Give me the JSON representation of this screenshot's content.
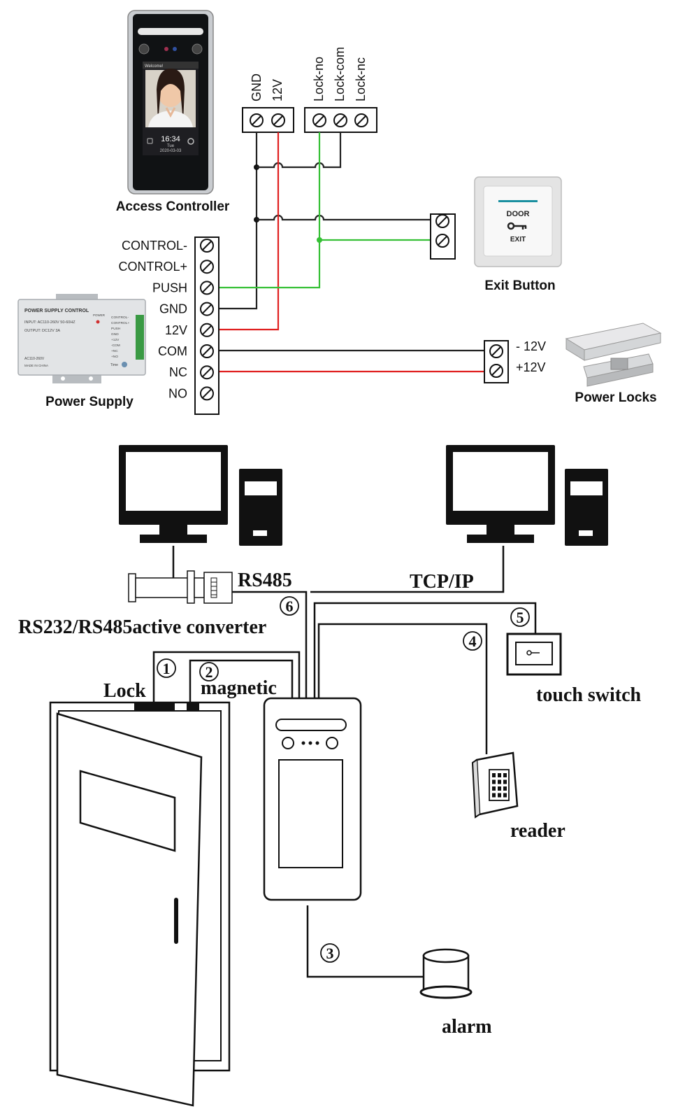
{
  "top": {
    "access_controller": {
      "label": "Access Controller",
      "screen_welcome": "Welcome!",
      "screen_time": "16:34",
      "screen_day": "Tue",
      "screen_date": "2020-03-03"
    },
    "controller_terminals": [
      "GND",
      "12V",
      "Lock-no",
      "Lock-com",
      "Lock-nc"
    ],
    "power_supply": {
      "label": "Power Supply",
      "header": "POWER SUPPLY CONTROL",
      "input": "INPUT: AC110-260V 50-60HZ",
      "output": "OUTPUT: DC12V  3A",
      "range": "AC110-260V",
      "made": "MADE IN CHINA",
      "power": "POWER",
      "time": "Time",
      "mini_terminals": [
        "CONTROL-",
        "CONTROL+",
        "PUSH",
        "GND",
        "+12V",
        "-COM",
        "+NC",
        "+NO"
      ]
    },
    "psu_terminals": [
      "CONTROL-",
      "CONTROL+",
      "PUSH",
      "GND",
      "12V",
      "COM",
      "NC",
      "NO"
    ],
    "exit_button": {
      "label": "Exit Button",
      "line1": "DOOR",
      "line2": "EXIT"
    },
    "power_locks": {
      "label": "Power Locks",
      "terminals": [
        "- 12V",
        "+12V"
      ]
    }
  },
  "bottom": {
    "rs485": "RS485",
    "tcpip": "TCP/IP",
    "converter": "RS232/RS485active converter",
    "lock": "Lock",
    "magnetic": "magnetic",
    "touch_switch": "touch switch",
    "reader": "reader",
    "alarm": "alarm",
    "numbers": [
      "1",
      "2",
      "3",
      "4",
      "5",
      "6"
    ]
  }
}
